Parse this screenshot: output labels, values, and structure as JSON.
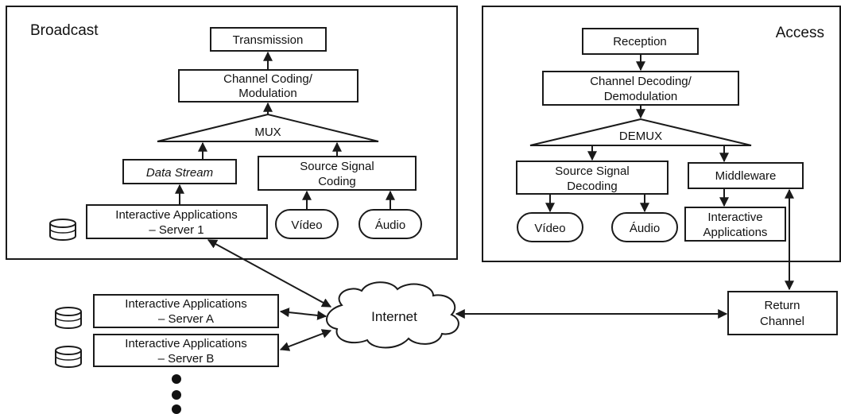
{
  "broadcast": {
    "title": "Broadcast",
    "transmission": "Transmission",
    "channel_coding": [
      "Channel Coding/",
      "Modulation"
    ],
    "mux": "MUX",
    "data_stream": "Data Stream",
    "source_coding": [
      "Source Signal",
      "Coding"
    ],
    "server1": [
      "Interactive Applications",
      "– Server 1"
    ],
    "video": "Vídeo",
    "audio": "Áudio"
  },
  "access": {
    "title": "Access",
    "reception": "Reception",
    "channel_decoding": [
      "Channel Decoding/",
      "Demodulation"
    ],
    "demux": "DEMUX",
    "source_decoding": [
      "Source Signal",
      "Decoding"
    ],
    "middleware": "Middleware",
    "interactive_apps": [
      "Interactive",
      "Applications"
    ],
    "video": "Vídeo",
    "audio": "Áudio"
  },
  "network": {
    "internet": "Internet",
    "return_channel": [
      "Return",
      "Channel"
    ],
    "server_a": [
      "Interactive Applications",
      "– Server A"
    ],
    "server_b": [
      "Interactive Applications",
      "– Server B"
    ]
  }
}
